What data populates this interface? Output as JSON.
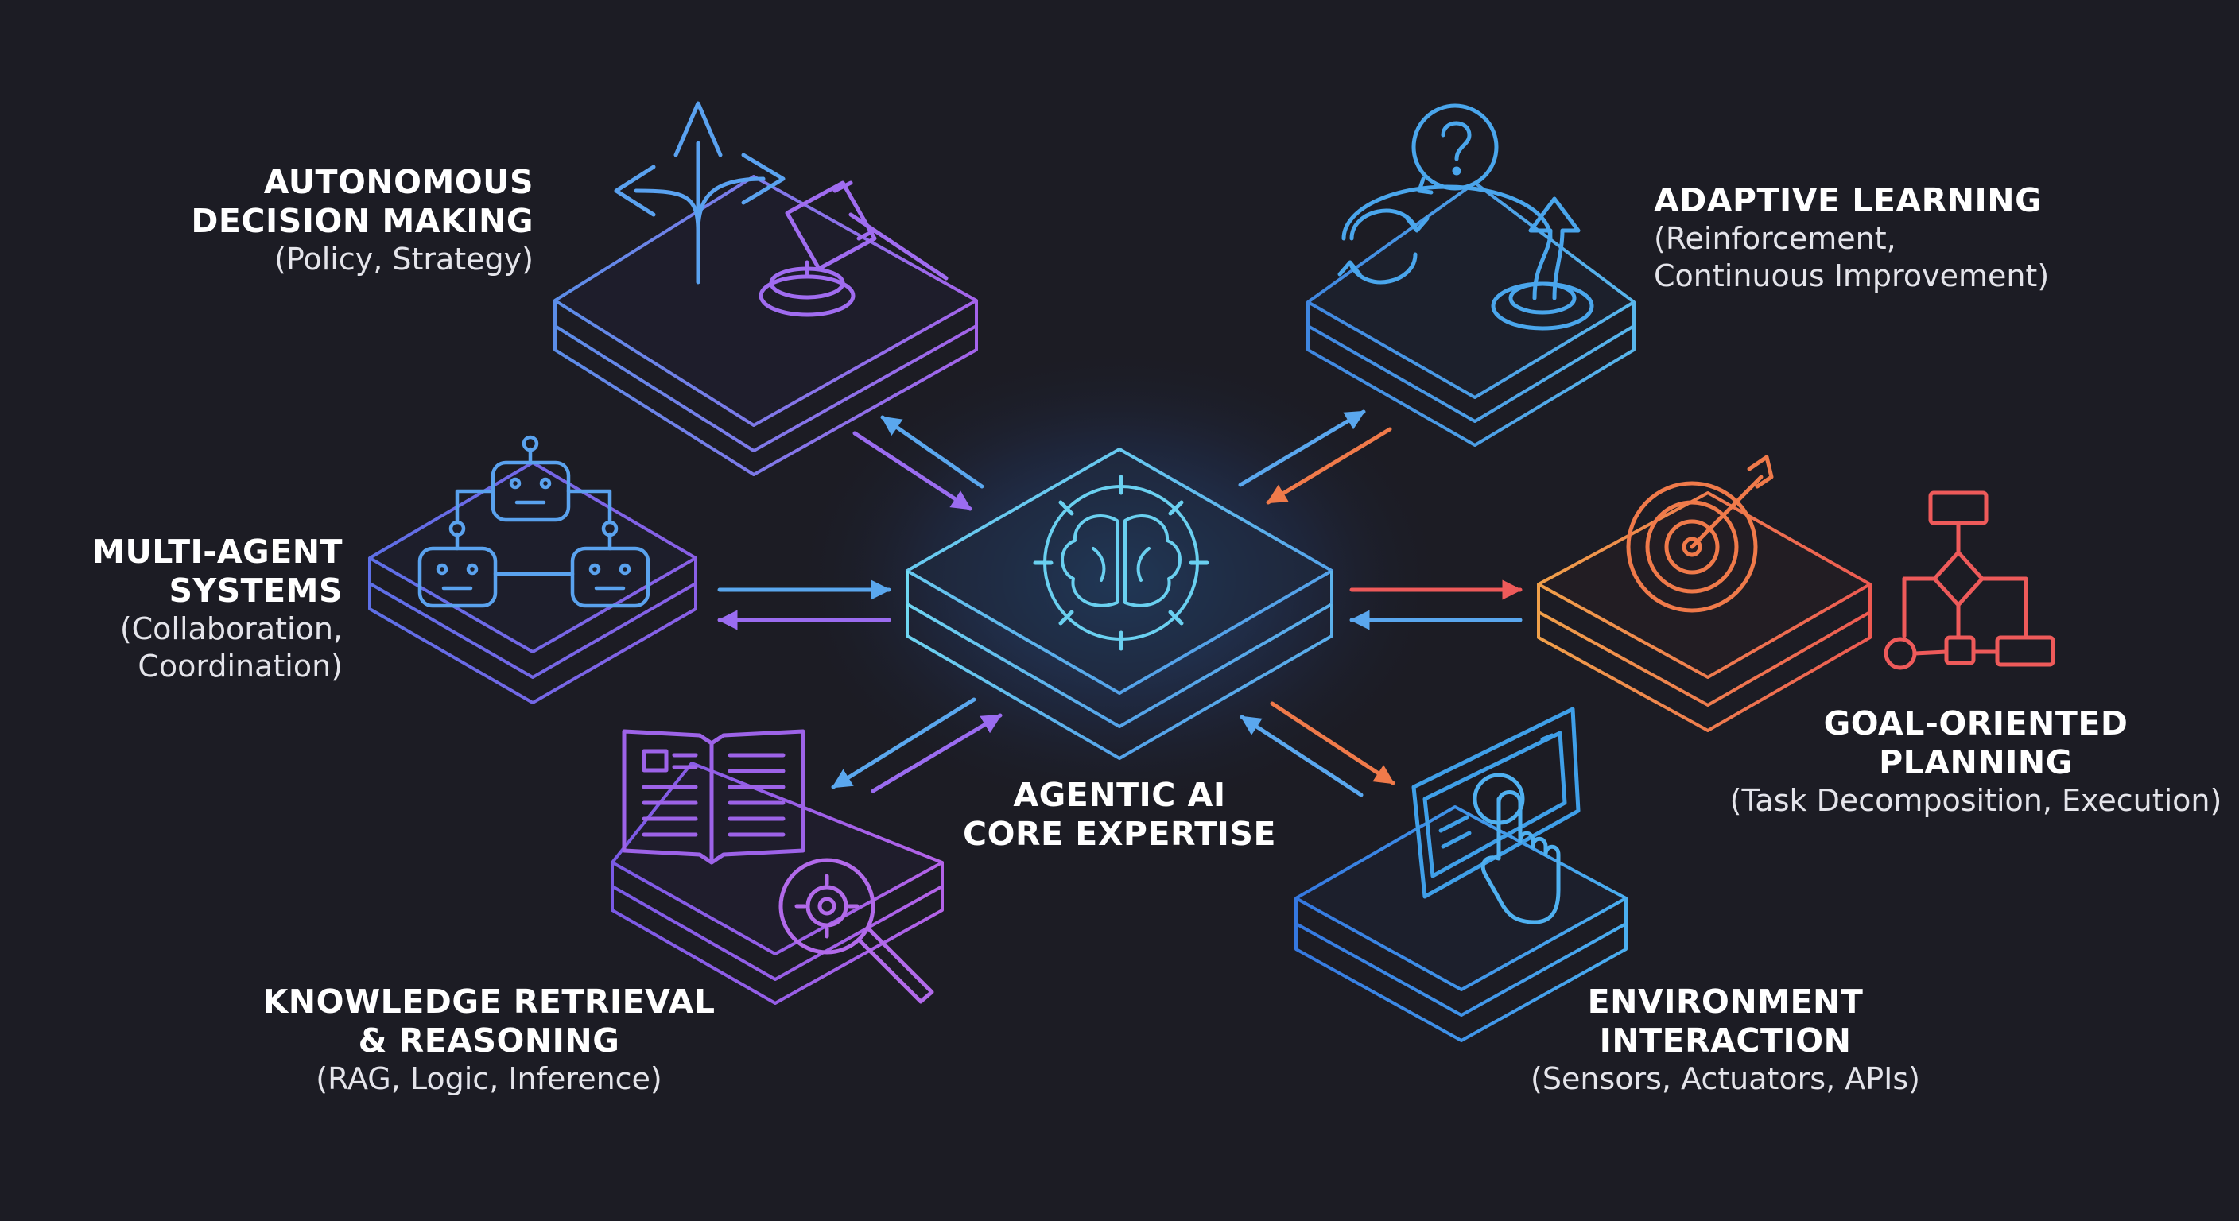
{
  "core": {
    "line1": "AGENTIC AI",
    "line2": "CORE EXPERTISE"
  },
  "nodes": {
    "decision": {
      "line1": "AUTONOMOUS",
      "line2": "DECISION MAKING",
      "sub1": "(Policy, Strategy)"
    },
    "learning": {
      "line1": "ADAPTIVE LEARNING",
      "sub1": "(Reinforcement,",
      "sub2": "Continuous Improvement)"
    },
    "multiagent": {
      "line1": "MULTI-AGENT",
      "line2": "SYSTEMS",
      "sub1": "(Collaboration,",
      "sub2": "Coordination)"
    },
    "planning": {
      "line1": "GOAL-ORIENTED",
      "line2": "PLANNING",
      "sub1": "(Task Decomposition, Execution)"
    },
    "knowledge": {
      "line1": "KNOWLEDGE RETRIEVAL",
      "line2": "& REASONING",
      "sub1": "(RAG, Logic, Inference)"
    },
    "environment": {
      "line1": "ENVIRONMENT",
      "line2": "INTERACTION",
      "sub1": "(Sensors, Actuators, APIs)"
    }
  },
  "icons": {
    "core": "brain-gear-icon",
    "decision": "gavel-branching-arrows-icon",
    "learning": "question-cycle-arrows-icon",
    "multiagent": "robot-network-icon",
    "planning": "target-flowchart-icon",
    "knowledge": "book-magnifier-gear-icon",
    "environment": "touchscreen-hand-icon"
  },
  "colors": {
    "background": "#1c1c24",
    "core": "#5ec8ee",
    "decision": "#8a6ef0",
    "learning": "#4aa2e6",
    "multiagent": "#6f7cf0",
    "planning": "#f07a4a",
    "knowledge": "#9d63e8",
    "environment": "#3f9fe8"
  }
}
